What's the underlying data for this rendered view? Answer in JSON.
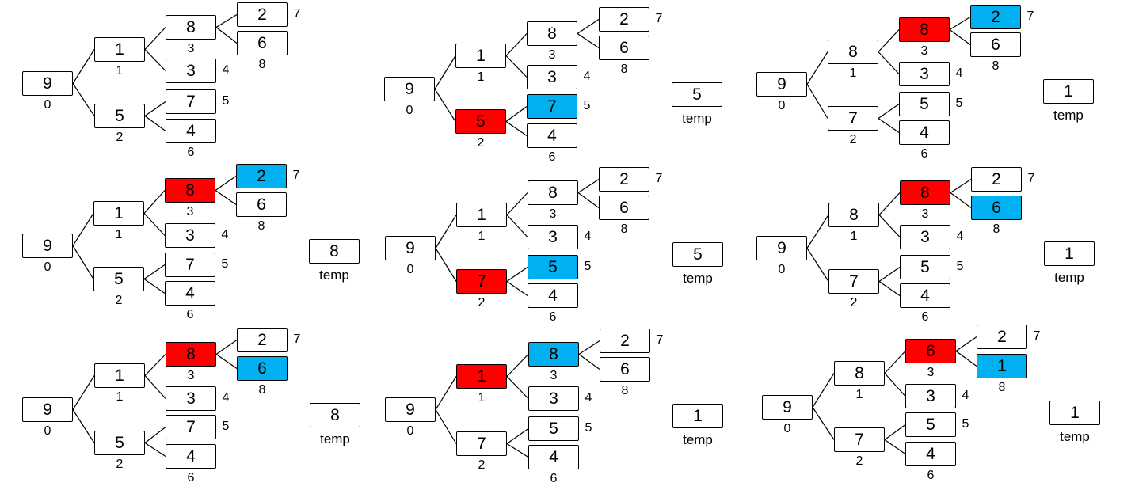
{
  "colors": {
    "highlight_red": "#ff0000",
    "highlight_blue": "#00b0f0",
    "box_fill": "#ffffff",
    "border": "#000000"
  },
  "temp_label": "temp",
  "panels": [
    {
      "id": "r1c1",
      "values": [
        "9",
        "1",
        "5",
        "8",
        "3",
        "7",
        "4",
        "2",
        "6"
      ],
      "red": null,
      "blue": null,
      "temp": null
    },
    {
      "id": "r1c2",
      "values": [
        "9",
        "1",
        "5",
        "8",
        "3",
        "7",
        "4",
        "2",
        "6"
      ],
      "red": 2,
      "blue": 5,
      "temp": "5"
    },
    {
      "id": "r1c3",
      "values": [
        "9",
        "8",
        "7",
        "8",
        "3",
        "5",
        "4",
        "2",
        "6"
      ],
      "red": 3,
      "blue": 7,
      "temp": "1"
    },
    {
      "id": "r2c1",
      "values": [
        "9",
        "1",
        "5",
        "8",
        "3",
        "7",
        "4",
        "2",
        "6"
      ],
      "red": 3,
      "blue": 7,
      "temp": "8"
    },
    {
      "id": "r2c2",
      "values": [
        "9",
        "1",
        "7",
        "8",
        "3",
        "5",
        "4",
        "2",
        "6"
      ],
      "red": 2,
      "blue": 5,
      "temp": "5"
    },
    {
      "id": "r2c3",
      "values": [
        "9",
        "8",
        "7",
        "8",
        "3",
        "5",
        "4",
        "2",
        "6"
      ],
      "red": 3,
      "blue": 8,
      "temp": "1"
    },
    {
      "id": "r3c1",
      "values": [
        "9",
        "1",
        "5",
        "8",
        "3",
        "7",
        "4",
        "2",
        "6"
      ],
      "red": 3,
      "blue": 8,
      "temp": "8"
    },
    {
      "id": "r3c2",
      "values": [
        "9",
        "1",
        "7",
        "8",
        "3",
        "5",
        "4",
        "2",
        "6"
      ],
      "red": 1,
      "blue": 3,
      "temp": "1"
    },
    {
      "id": "r3c3",
      "values": [
        "9",
        "8",
        "7",
        "6",
        "3",
        "5",
        "4",
        "2",
        "1"
      ],
      "red": 3,
      "blue": 8,
      "temp": "1"
    }
  ],
  "indices": [
    "0",
    "1",
    "2",
    "3",
    "4",
    "5",
    "6",
    "7",
    "8"
  ]
}
